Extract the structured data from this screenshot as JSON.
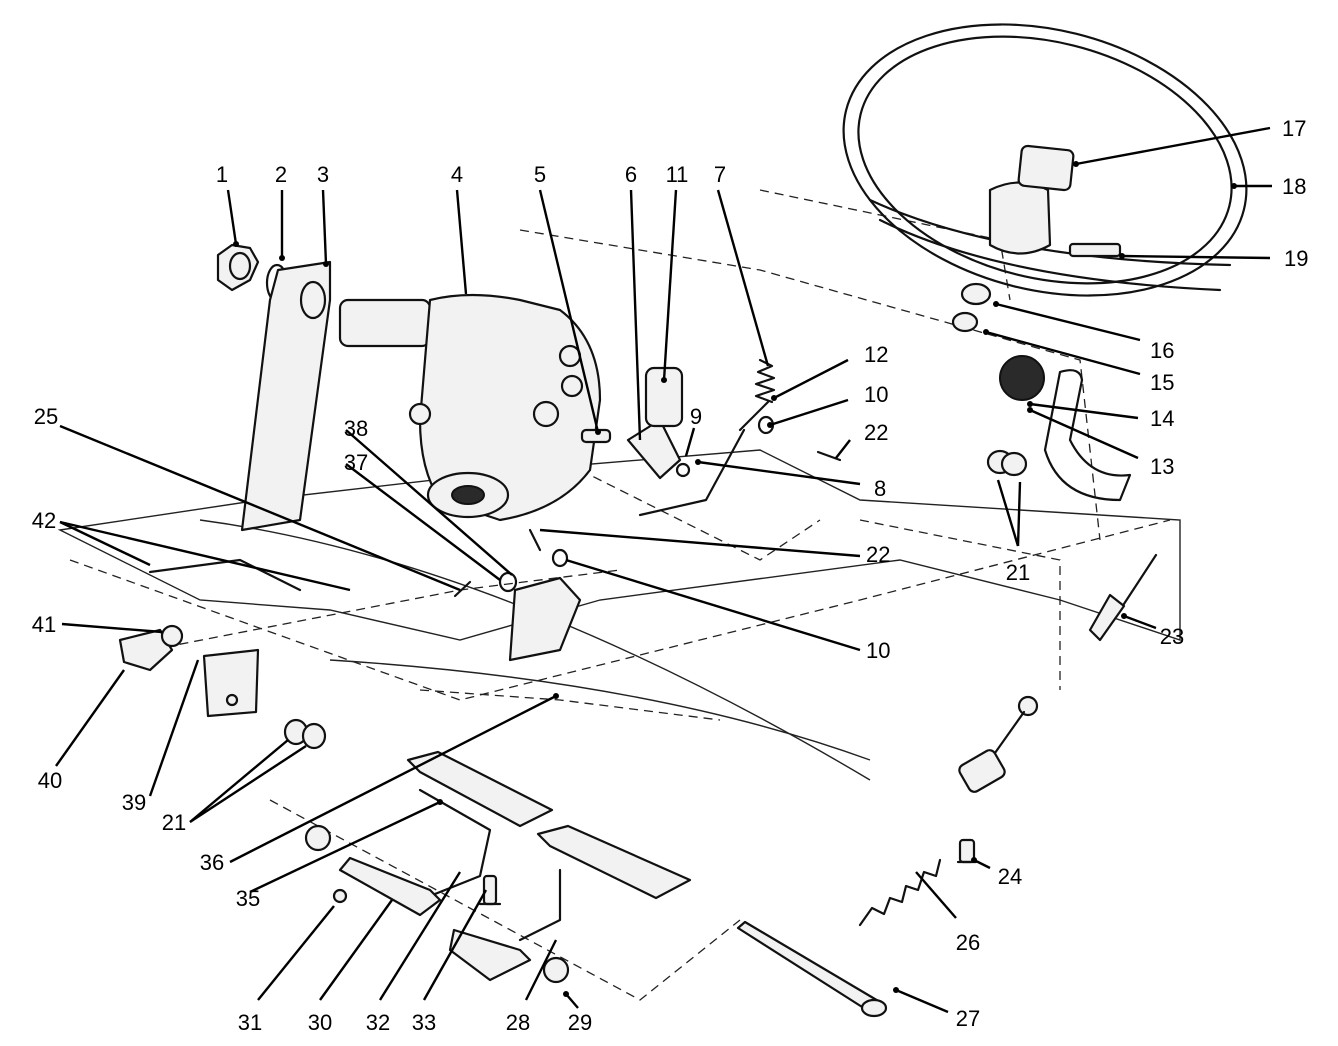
{
  "callouts": [
    {
      "number": "1"
    },
    {
      "number": "2"
    },
    {
      "number": "3"
    },
    {
      "number": "4"
    },
    {
      "number": "5"
    },
    {
      "number": "6"
    },
    {
      "number": "11"
    },
    {
      "number": "7"
    },
    {
      "number": "12"
    },
    {
      "number": "10"
    },
    {
      "number": "22"
    },
    {
      "number": "8"
    },
    {
      "number": "9"
    },
    {
      "number": "38"
    },
    {
      "number": "37"
    },
    {
      "number": "25"
    },
    {
      "number": "42"
    },
    {
      "number": "22"
    },
    {
      "number": "10"
    },
    {
      "number": "41"
    },
    {
      "number": "40"
    },
    {
      "number": "39"
    },
    {
      "number": "21"
    },
    {
      "number": "36"
    },
    {
      "number": "35"
    },
    {
      "number": "31"
    },
    {
      "number": "30"
    },
    {
      "number": "32"
    },
    {
      "number": "33"
    },
    {
      "number": "28"
    },
    {
      "number": "29"
    },
    {
      "number": "27"
    },
    {
      "number": "26"
    },
    {
      "number": "24"
    },
    {
      "number": "23"
    },
    {
      "number": "21"
    },
    {
      "number": "13"
    },
    {
      "number": "14"
    },
    {
      "number": "15"
    },
    {
      "number": "16"
    },
    {
      "number": "19"
    },
    {
      "number": "17"
    },
    {
      "number": "18"
    }
  ]
}
